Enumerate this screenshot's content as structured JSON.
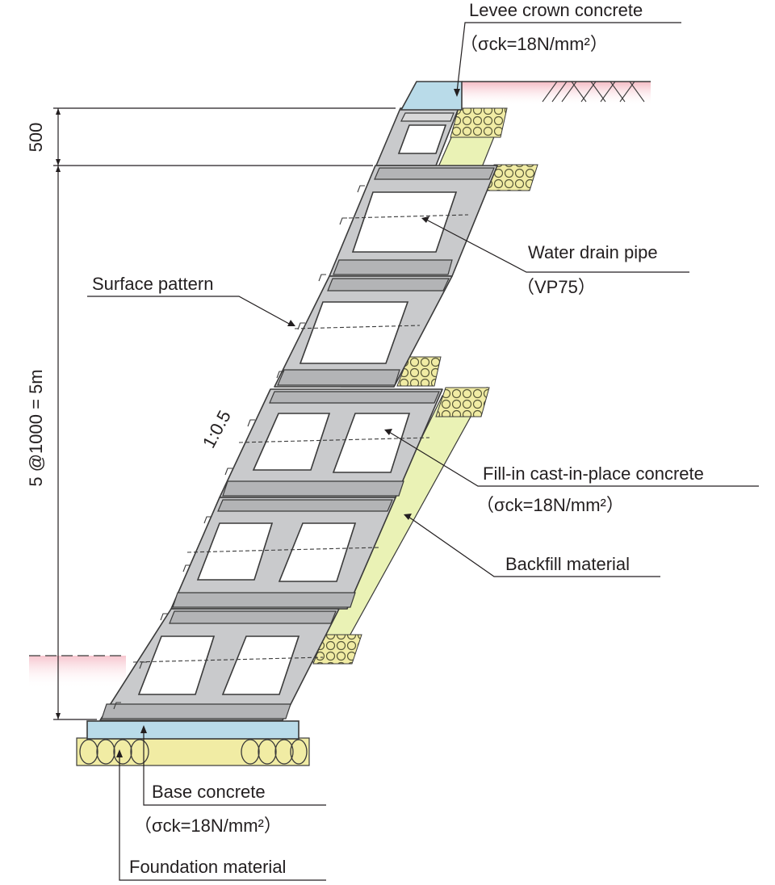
{
  "labels": {
    "levee_crown": "Levee crown concrete",
    "levee_crown_spec": "（σck=18N/mm²）",
    "water_drain": "Water drain pipe",
    "water_drain_spec": "（VP75）",
    "surface_pattern": "Surface pattern",
    "fill_in": "Fill-in cast-in-place concrete",
    "fill_in_spec": "（σck=18N/mm²）",
    "backfill": "Backfill material",
    "base_concrete": "Base concrete",
    "base_concrete_spec": "（σck=18N/mm²）",
    "foundation": "Foundation material"
  },
  "dimensions": {
    "top": "500",
    "main": "5 @1000 = 5m",
    "slope": "1:0.5"
  },
  "colors": {
    "block": "#c9cacc",
    "block_band": "#b3b4b6",
    "backfill": "#eaf2b5",
    "gravel": "#f1eca4",
    "concrete": "#b9dbe9",
    "ground_tint": "#f7d0d6"
  }
}
